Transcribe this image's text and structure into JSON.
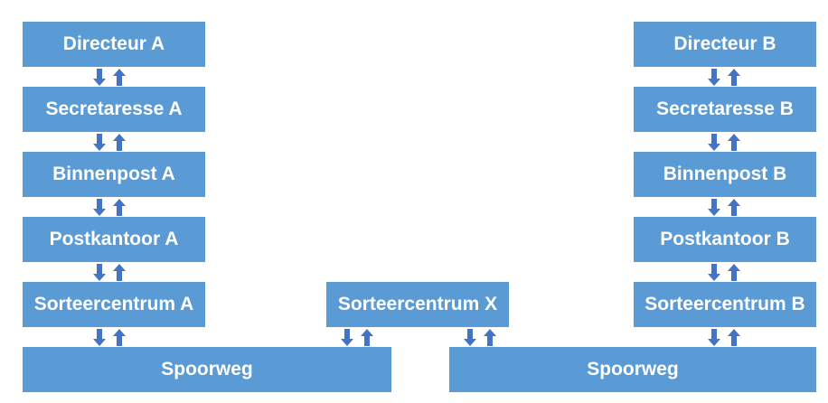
{
  "colors": {
    "box_fill": "#5b9bd5",
    "box_text": "#ffffff",
    "arrow": "#4472c4"
  },
  "stack_a": {
    "director": "Directeur A",
    "secretary": "Secretaresse A",
    "inbox": "Binnenpost A",
    "post_office": "Postkantoor A",
    "sorting_center": "Sorteercentrum A"
  },
  "stack_b": {
    "director": "Directeur B",
    "secretary": "Secretaresse B",
    "inbox": "Binnenpost B",
    "post_office": "Postkantoor B",
    "sorting_center": "Sorteercentrum B"
  },
  "middle": {
    "sorting_center": "Sorteercentrum X"
  },
  "railway": {
    "left": "Spoorweg",
    "right": "Spoorweg"
  }
}
